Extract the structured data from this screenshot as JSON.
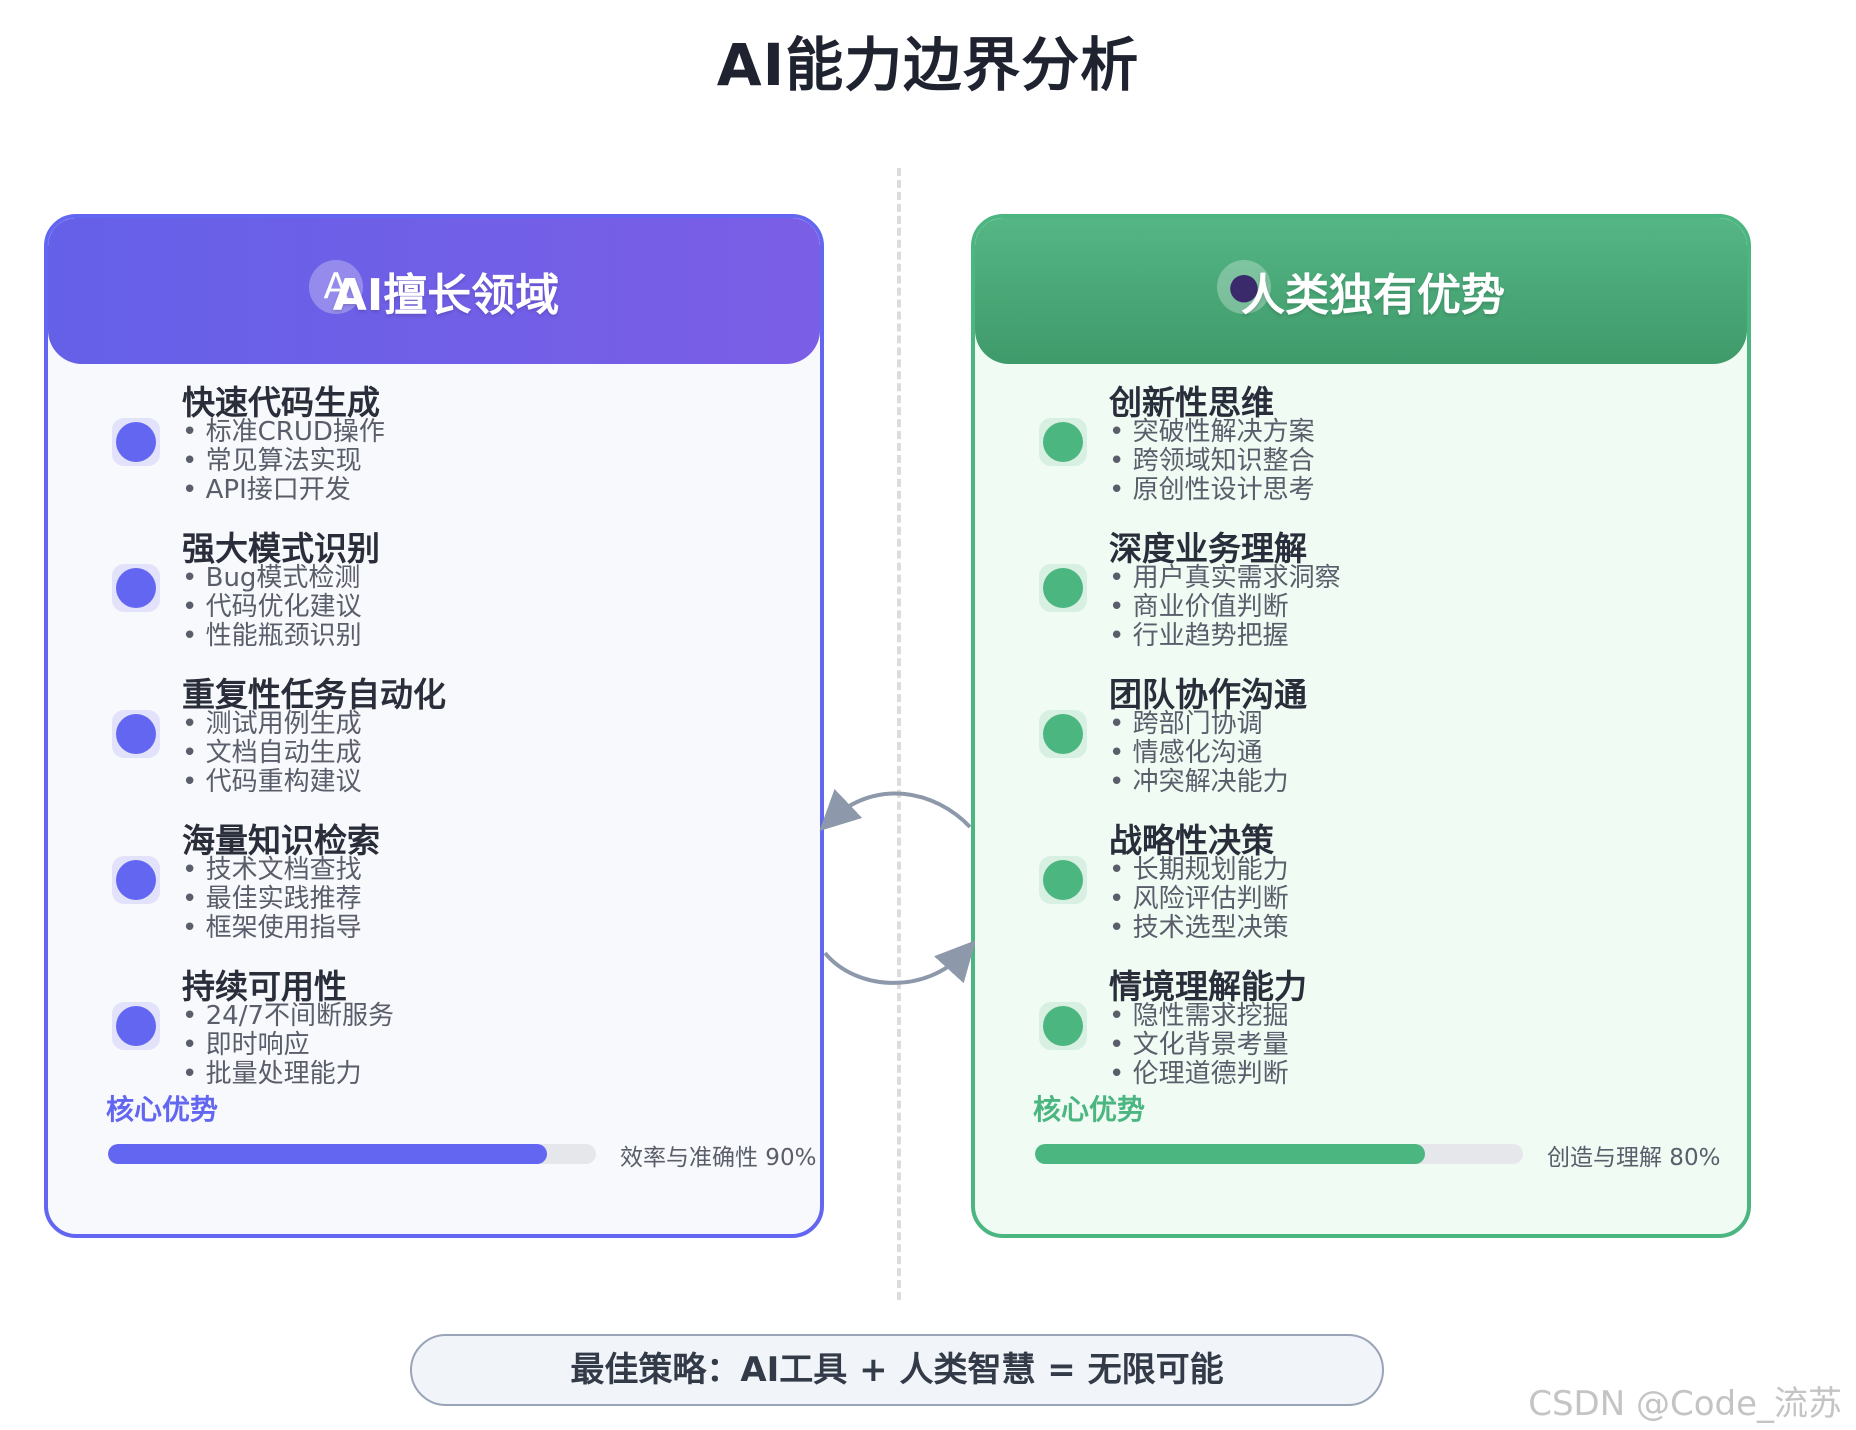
{
  "title": "AI能力边界分析",
  "ai_panel": {
    "header": "AI擅长领域",
    "icon": "robot-icon",
    "accent": "#6366f1",
    "items": [
      {
        "title": "快速代码生成",
        "bullets": [
          "标准CRUD操作",
          "常见算法实现",
          "API接口开发"
        ]
      },
      {
        "title": "强大模式识别",
        "bullets": [
          "Bug模式检测",
          "代码优化建议",
          "性能瓶颈识别"
        ]
      },
      {
        "title": "重复性任务自动化",
        "bullets": [
          "测试用例生成",
          "文档自动生成",
          "代码重构建议"
        ]
      },
      {
        "title": "海量知识检索",
        "bullets": [
          "技术文档查找",
          "最佳实践推荐",
          "框架使用指导"
        ]
      },
      {
        "title": "持续可用性",
        "bullets": [
          "24/7不间断服务",
          "即时响应",
          "批量处理能力"
        ]
      }
    ],
    "core_label": "核心优势",
    "bar_caption": "效率与准确性 90%",
    "bar_value": 0.9
  },
  "human_panel": {
    "header": "人类独有优势",
    "icon": "person-icon",
    "accent": "#4cb681",
    "items": [
      {
        "title": "创新性思维",
        "bullets": [
          "突破性解决方案",
          "跨领域知识整合",
          "原创性设计思考"
        ]
      },
      {
        "title": "深度业务理解",
        "bullets": [
          "用户真实需求洞察",
          "商业价值判断",
          "行业趋势把握"
        ]
      },
      {
        "title": "团队协作沟通",
        "bullets": [
          "跨部门协调",
          "情感化沟通",
          "冲突解决能力"
        ]
      },
      {
        "title": "战略性决策",
        "bullets": [
          "长期规划能力",
          "风险评估判断",
          "技术选型决策"
        ]
      },
      {
        "title": "情境理解能力",
        "bullets": [
          "隐性需求挖掘",
          "文化背景考量",
          "伦理道德判断"
        ]
      }
    ],
    "core_label": "核心优势",
    "bar_caption": "创造与理解 80%",
    "bar_value": 0.8
  },
  "strategy": "最佳策略：AI工具 + 人类智慧 = 无限可能",
  "watermark": "CSDN @Code_流苏"
}
